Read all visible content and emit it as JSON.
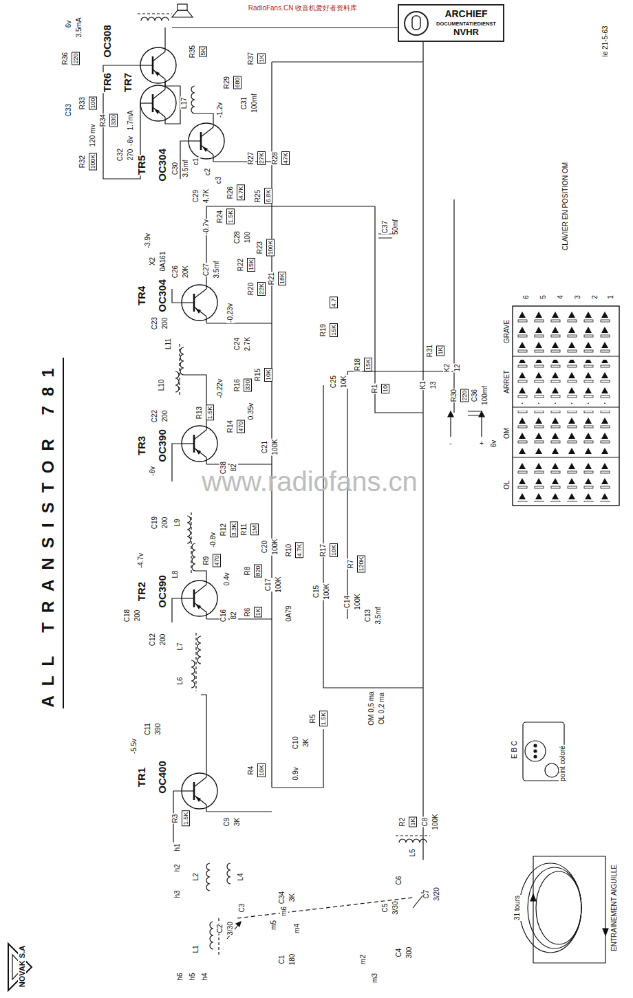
{
  "diagram": {
    "title": "ALL TRANSISTOR 781",
    "nodes": [
      {
        "text": [
          "ARCHIEF",
          "DOCUMENTATIEDIENST",
          "NVHR"
        ]
      }
    ],
    "labels": [
      "RadioFans.CN 收音机爱好者资料库",
      "www.radiofans.cn",
      "TR1",
      "OC400",
      "TR2",
      "OC390",
      "TR3",
      "OC390",
      "TR4",
      "OC304",
      "TR5",
      "OC304",
      "TR6",
      "TR7",
      "OC308",
      "NOVAK S.A",
      "le 21-5-63",
      "CLAVIER EN POSITION OM",
      "GRAVE",
      "ARRET",
      "OM",
      "OL",
      "6",
      "5",
      "4",
      "3",
      "2",
      "1",
      "E B C",
      "point coloré",
      "31 tours",
      "ENTRAINEMENT AIGUILLE",
      "-",
      "+",
      "6v",
      "K1",
      "13",
      "K2",
      "12",
      "C1",
      "180",
      "C2",
      "3/30",
      "C3",
      "C34",
      "3K",
      "C4",
      "300",
      "C5",
      "3/30",
      "C6",
      "C7",
      "3/20",
      "L1",
      "L2",
      "L4",
      "L6",
      "L7",
      "L8",
      "L5",
      "L9",
      "L10",
      "L11",
      "L17",
      "h6",
      "h5",
      "h4",
      "h3",
      "h2",
      "h1",
      "m2",
      "m3",
      "m4",
      "m5",
      "m6",
      "R3",
      "1.5K",
      "C9",
      "3K",
      "R4",
      "10K",
      "R5",
      "1.5K",
      "C10",
      "3K",
      "C11",
      "390",
      "-5.5v",
      "0.9v",
      "C8",
      "100K",
      "R2",
      "1K",
      "OM 0,5 ma",
      "OL 0,2 ma",
      "C12",
      "200",
      "R6",
      "1K",
      "C16",
      "82",
      "C18",
      "200",
      "-4.7v",
      "R9",
      "470",
      "R8",
      "820",
      "0.4v",
      "C17",
      "100K",
      "0A79",
      "C15",
      "100K",
      "R10",
      "4.7K",
      "R17",
      "10K",
      "R7",
      "120K",
      "C14",
      "100K",
      "C13",
      "3.5mf",
      "C19",
      "200",
      "R12",
      "3.3K",
      "R11",
      "1M",
      "-0.8v",
      "C20",
      "100K",
      "C38",
      "82",
      "R13",
      "1.5K",
      "R14",
      "470",
      "0.35v",
      "C21",
      "100K",
      "-6v",
      "C22",
      "200",
      "C23",
      "200",
      "X2",
      "0A161",
      "C26",
      "20K",
      "C27",
      "3.5mf",
      "C24",
      "2.7K",
      "-0.22v",
      "R16",
      "330",
      "R15",
      "10K",
      "-0.23v",
      "R20",
      "22K",
      "R21",
      "18K",
      "R22",
      "15K",
      "R19",
      "15K",
      "4.7",
      "R18",
      "15K",
      "C25",
      "10K",
      "R1",
      "10",
      "R23",
      "100K",
      "C28",
      "100",
      "R24",
      "1.5K",
      "-0.7v",
      "-3.9v",
      "C29",
      "4.7K",
      "R26",
      "4.7K",
      "R25",
      "6.8K",
      "c1",
      "c2",
      "c3",
      "C30",
      "3.5mf",
      "R27",
      "27K",
      "R28",
      "47K",
      "C31",
      "100mf",
      "R29",
      "680",
      "-1.2v",
      "1.7mA",
      "-6v",
      "C32",
      "270",
      "R32",
      "100K",
      "C33",
      "R33",
      "100",
      "R34",
      "330",
      "120 mv",
      "R36",
      "220",
      "R35",
      "5K",
      "R37",
      "1K",
      "6v",
      "3.5mA",
      "C36",
      "100mf",
      "R30",
      "220",
      "R31",
      "1K",
      "C37",
      "50mf"
    ]
  }
}
